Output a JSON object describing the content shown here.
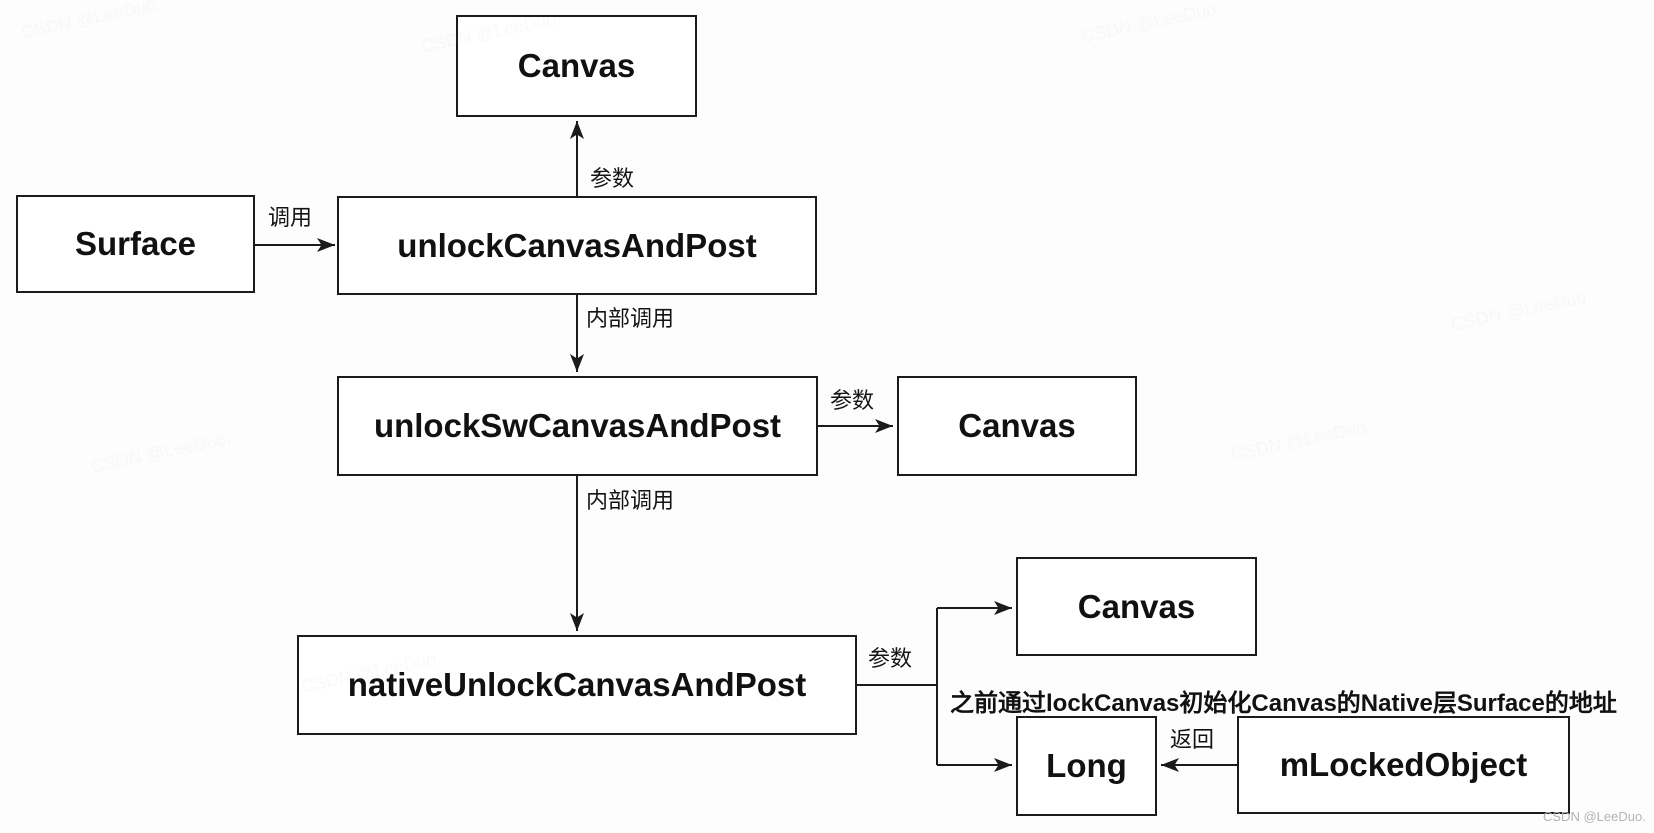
{
  "diagram": {
    "nodes": {
      "canvas_top": {
        "label": "Canvas"
      },
      "surface": {
        "label": "Surface"
      },
      "unlock_canvas_and_post": {
        "label": "unlockCanvasAndPost"
      },
      "unlock_sw_canvas_and_post": {
        "label": "unlockSwCanvasAndPost"
      },
      "canvas_mid": {
        "label": "Canvas"
      },
      "native_unlock_canvas_and_post": {
        "label": "nativeUnlockCanvasAndPost"
      },
      "canvas_bottom": {
        "label": "Canvas"
      },
      "long": {
        "label": "Long"
      },
      "m_locked_object": {
        "label": "mLockedObject"
      }
    },
    "edge_labels": {
      "call": "调用",
      "param_top": "参数",
      "internal_call_1": "内部调用",
      "param_mid": "参数",
      "internal_call_2": "内部调用",
      "param_bottom": "参数",
      "return_label": "返回"
    },
    "annotation": "之前通过lockCanvas初始化Canvas的Native层Surface的地址"
  },
  "watermark": {
    "text": "CSDN @LeeDuo."
  },
  "colors": {
    "stroke": "#1b1b1b",
    "node_fill": "#ffffff",
    "background": "#fdfdfd",
    "watermark_gray": "#b3b3b3"
  }
}
